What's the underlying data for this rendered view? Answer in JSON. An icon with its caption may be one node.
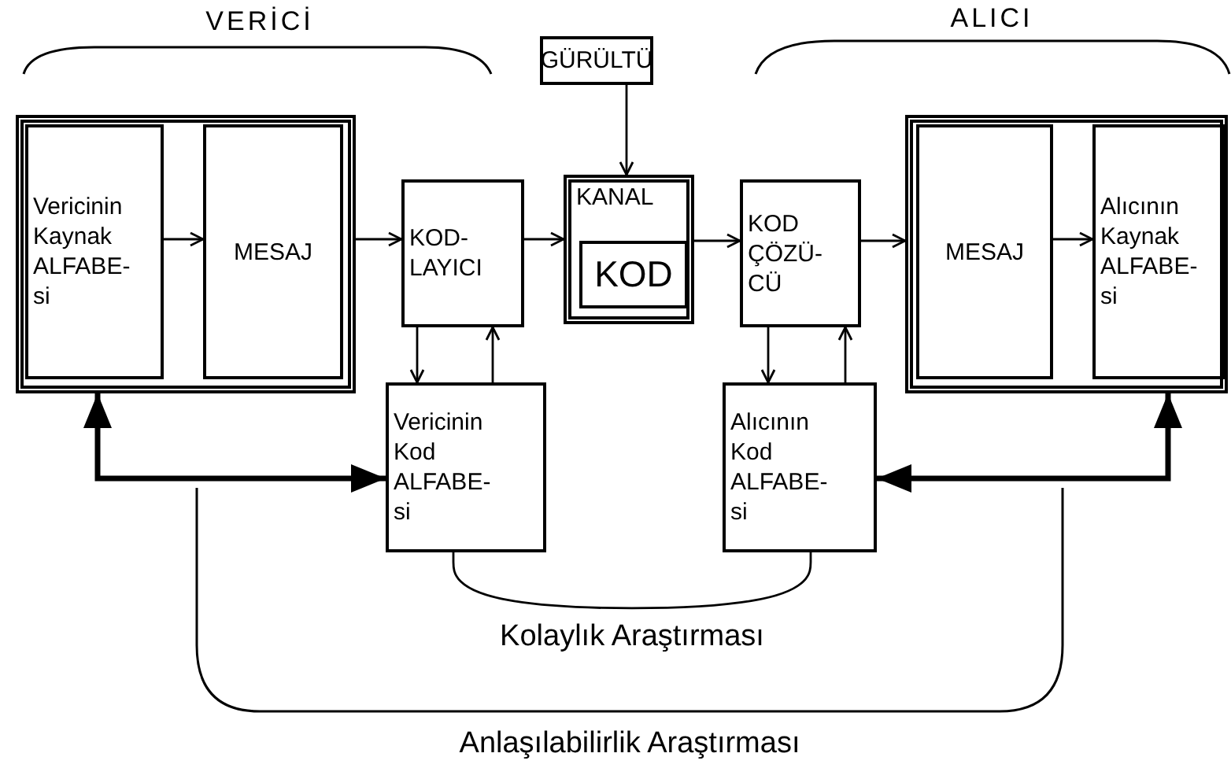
{
  "diagram": {
    "nodes": [
      {
        "text": [],
        "shape": "box"
      },
      {
        "text": [
          "Vericinin Kaynak ALFABE- si"
        ],
        "in": 0
      },
      {
        "text": [
          "MESAJ"
        ],
        "in": 0
      },
      {
        "text": [
          "KOD- LAYICI"
        ]
      },
      {
        "text": [
          "GÜRÜLTÜ"
        ]
      },
      {
        "text": [
          "KANAL"
        ]
      },
      {
        "text": [
          "KOD"
        ],
        "in": 5
      },
      {
        "text": [
          "KOD ÇÖZÜ- CÜ"
        ]
      },
      {
        "text": [],
        "shape": "box"
      },
      {
        "text": [
          "MESAJ"
        ],
        "in": 8
      },
      {
        "text": [
          "Alıcının Kaynak ALFABE- si"
        ],
        "in": 8
      },
      {
        "text": [
          "Vericinin Kod ALFABE- si"
        ]
      },
      {
        "text": [
          "Alıcının Kod ALFABE- si"
        ]
      }
    ],
    "edges": [
      {
        "from": 1,
        "to": 2,
        "arrow": "to"
      },
      {
        "from": 0,
        "to": 3,
        "arrow": "to"
      },
      {
        "from": 3,
        "to": 5,
        "arrow": "to"
      },
      {
        "from": 4,
        "to": 5,
        "arrow": "to"
      },
      {
        "from": 5,
        "to": 7,
        "arrow": "to"
      },
      {
        "from": 7,
        "to": 8,
        "arrow": "to"
      },
      {
        "from": 9,
        "to": 10,
        "arrow": "to"
      },
      {
        "from": 3,
        "to": 11,
        "arrow": "to"
      },
      {
        "from": 11,
        "to": 3,
        "arrow": "to"
      },
      {
        "from": 7,
        "to": 12,
        "arrow": "to"
      },
      {
        "from": 12,
        "to": 7,
        "arrow": "to"
      },
      {
        "from": 0,
        "to": 11,
        "arrow": "both",
        "style": "thick"
      },
      {
        "from": 8,
        "to": 12,
        "arrow": "both",
        "style": "thick"
      },
      {
        "from": 11,
        "to": 12,
        "arrow": "none",
        "label": "Kolaylık Araştırması"
      }
    ],
    "labels": [
      "VERİCİ",
      "ALICI",
      "Anlaşılabilirlik Araştırması"
    ]
  }
}
